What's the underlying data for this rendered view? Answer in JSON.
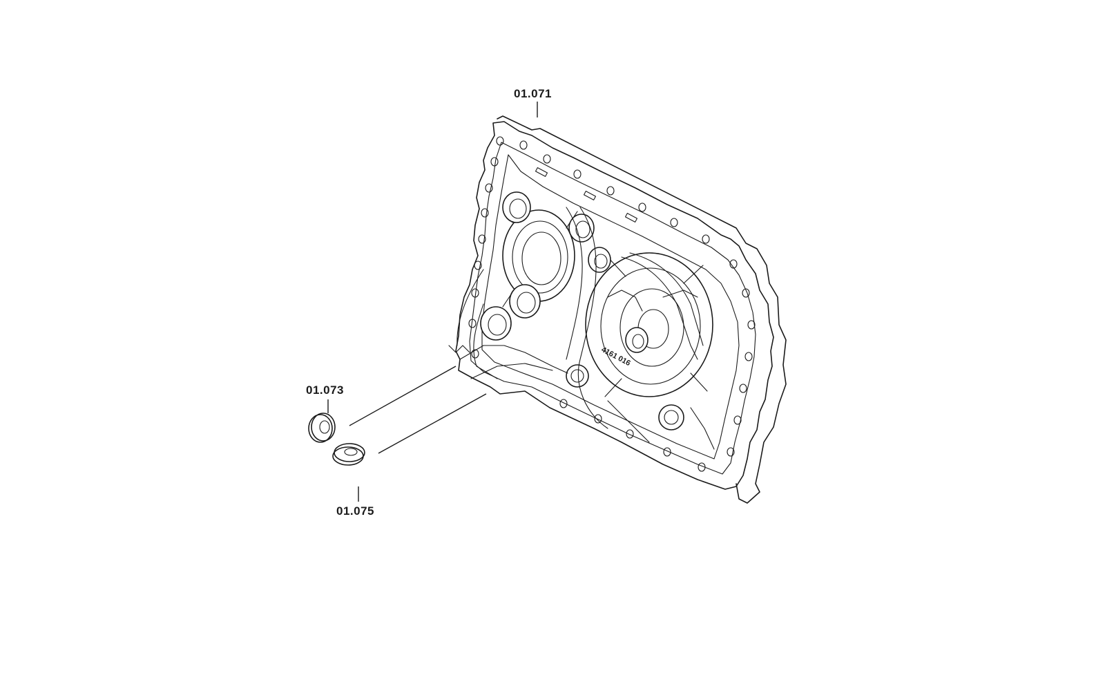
{
  "callouts": {
    "housing": "01.071",
    "washer_upper": "01.073",
    "washer_lower": "01.075"
  },
  "part_casting_text": "4161 016"
}
